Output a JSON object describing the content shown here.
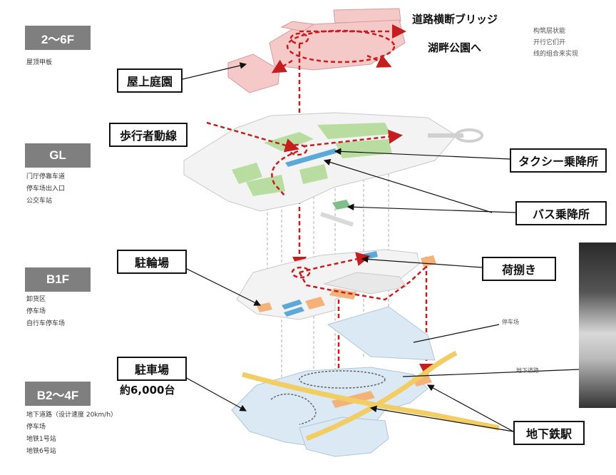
{
  "levels": [
    {
      "badge": "2～6F",
      "notes": [
        "屋顶甲板"
      ]
    },
    {
      "badge": "GL",
      "notes": [
        "门厅停靠车道",
        "停车场出入口",
        "公交车站"
      ]
    },
    {
      "badge": "B1F",
      "notes": [
        "卸货区",
        "停车场",
        "自行车停车场"
      ]
    },
    {
      "badge": "B2～4F",
      "notes": [
        "地下道路（设计速度 20km/h）",
        "停车场",
        "地铁1号站",
        "地铁6号站"
      ]
    }
  ],
  "callouts": {
    "rooftop_garden": "屋上庭園",
    "pedestrian_flow": "歩行者動線",
    "taxi": "タクシー乗降所",
    "bus": "バス乗降所",
    "bicycle_parking": "駐輪場",
    "loading": "荷捌き",
    "car_parking": "駐車場",
    "subway": "地下鉄駅"
  },
  "labels": {
    "bridge": "道路横断ブリッジ",
    "lakeside": "湖畔公園へ",
    "parking_count": "約6,000台",
    "parking_lot_small": "停车场",
    "underground_road_small": "地下道路"
  },
  "right_notes": [
    "构筑层状能",
    "开行它们开",
    "线的组合来实现"
  ],
  "colors": {
    "route_red": "#c41e1e",
    "roof_pink": "#f6c9c9",
    "ground_green": "#b9dca0",
    "parking_blue": "#dbe9f4",
    "loading_orange": "#f3b27a",
    "road_yellow": "#f2cd63",
    "badge_gray": "#7f7f7f"
  }
}
